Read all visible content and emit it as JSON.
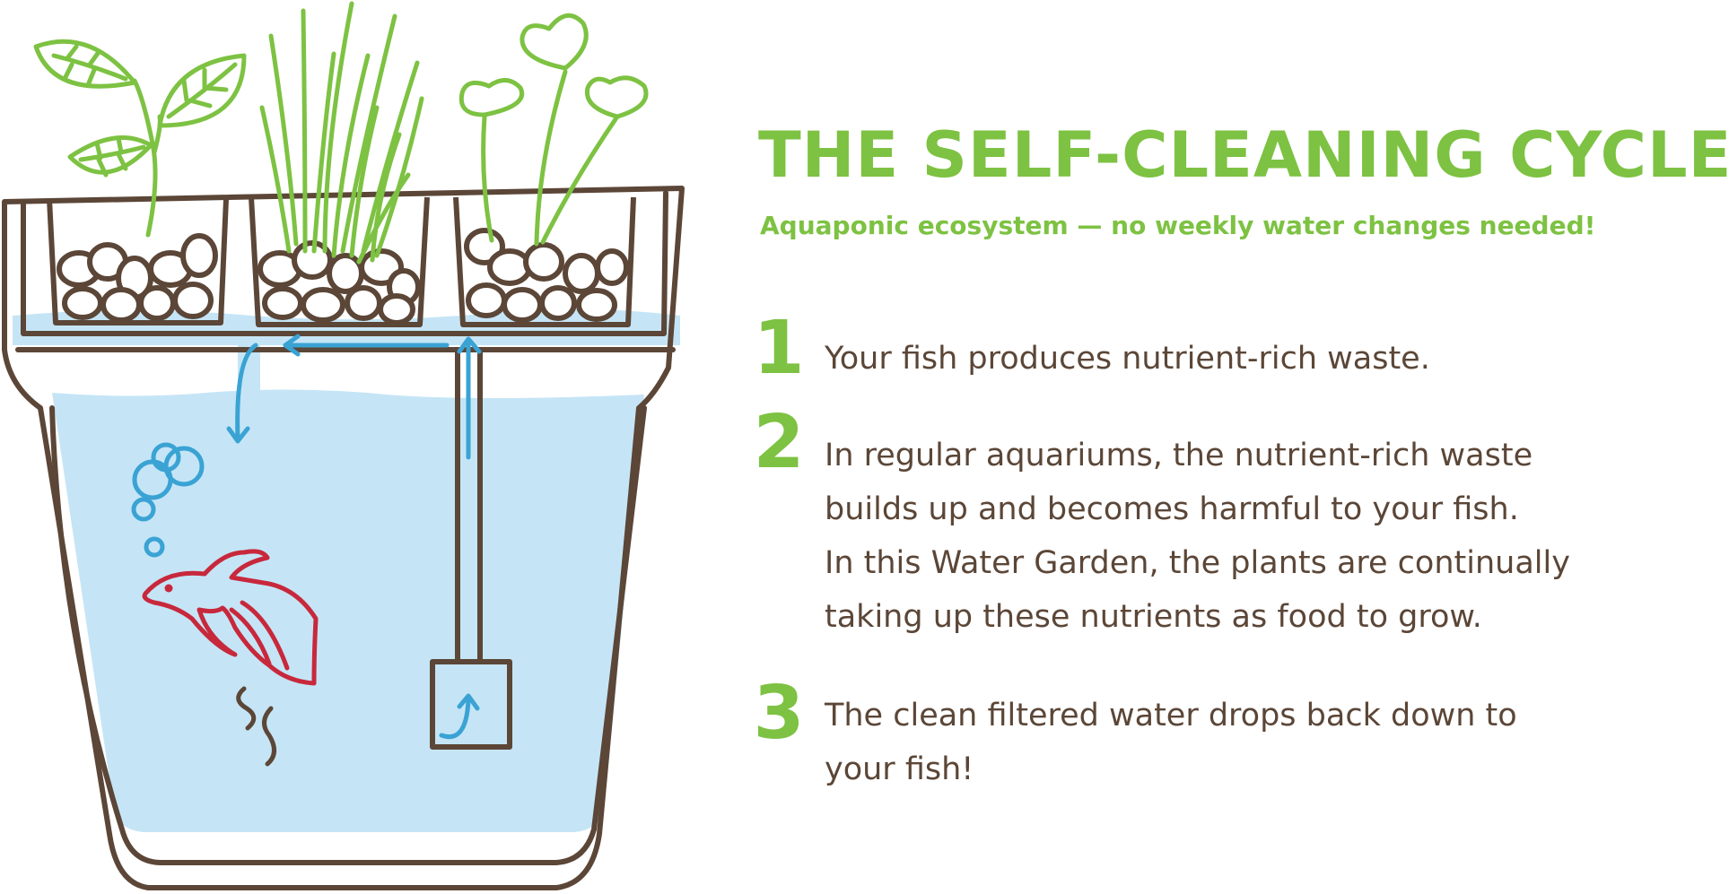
{
  "title": "THE SELF-CLEANING CYCLE",
  "subtitle": "Aquaponic ecosystem — no weekly water changes needed!",
  "steps": [
    {
      "number": "1",
      "lines": [
        "Your fish produces nutrient-rich waste."
      ]
    },
    {
      "number": "2",
      "lines": [
        "In regular aquariums, the nutrient-rich waste",
        "builds up and becomes harmful to your fish.",
        "In this Water Garden, the plants are continually",
        "taking up these nutrients as food to grow."
      ]
    },
    {
      "number": "3",
      "lines": [
        "The clean filtered water drops back down to",
        "your fish!"
      ]
    }
  ],
  "colors": {
    "green": "#7dc242",
    "brown": "#5b4637",
    "water": "#c5e5f6",
    "arrow": "#3aa3d4",
    "fish": "#c8283c"
  },
  "icons": [
    "leaf-sprout-icon",
    "grass-blades-icon",
    "heart-sprout-icon",
    "pebbles-icon",
    "fish-icon",
    "bubbles-icon",
    "waste-icon",
    "water-arrow-icon",
    "pump-icon"
  ]
}
